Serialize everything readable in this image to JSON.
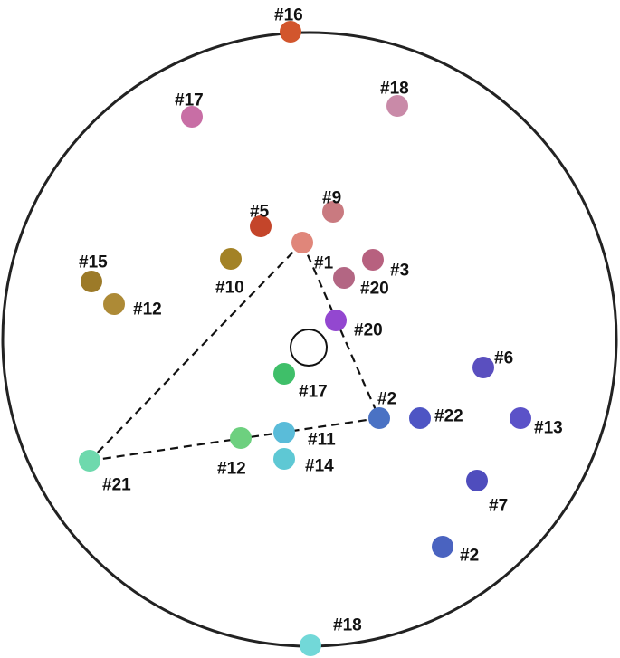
{
  "nodes": [
    {
      "id": "n16top",
      "label": "#16",
      "color": "#d2562d"
    },
    {
      "id": "n17a",
      "label": "#17",
      "color": "#c86ea5"
    },
    {
      "id": "n18a",
      "label": "#18",
      "color": "#c98aa8"
    },
    {
      "id": "n9",
      "label": "#9",
      "color": "#c97a80"
    },
    {
      "id": "n5",
      "label": "#5",
      "color": "#c4452a"
    },
    {
      "id": "n1",
      "label": "#1",
      "color": "#e0867a"
    },
    {
      "id": "n3",
      "label": "#3",
      "color": "#b7617f"
    },
    {
      "id": "n10",
      "label": "#10",
      "color": "#a38226"
    },
    {
      "id": "n20a",
      "label": "#20",
      "color": "#b36683"
    },
    {
      "id": "n15",
      "label": "#15",
      "color": "#9c7a28"
    },
    {
      "id": "n12a",
      "label": "#12",
      "color": "#ad8a36"
    },
    {
      "id": "n20b",
      "label": "#20",
      "color": "#9347d0"
    },
    {
      "id": "n6",
      "label": "#6",
      "color": "#5a4fbf"
    },
    {
      "id": "n17b",
      "label": "#17",
      "color": "#3fbf69"
    },
    {
      "id": "n2a",
      "label": "#2",
      "color": "#4a72c4"
    },
    {
      "id": "n22",
      "label": "#22",
      "color": "#4e55c4"
    },
    {
      "id": "n13",
      "label": "#13",
      "color": "#5b52c8"
    },
    {
      "id": "n11",
      "label": "#11",
      "color": "#5abcd9"
    },
    {
      "id": "n12b",
      "label": "#12",
      "color": "#6dd07f"
    },
    {
      "id": "n14",
      "label": "#14",
      "color": "#5ec8d4"
    },
    {
      "id": "n21",
      "label": "#21",
      "color": "#6ed9ad"
    },
    {
      "id": "n7",
      "label": "#7",
      "color": "#4f4dbd"
    },
    {
      "id": "n2b",
      "label": "#2",
      "color": "#4a63c0"
    },
    {
      "id": "n18b",
      "label": "#18",
      "color": "#72d8d8"
    }
  ],
  "connections": [
    {
      "from": "n1",
      "to": "n21"
    },
    {
      "from": "n1",
      "to": "n2a"
    },
    {
      "from": "n21",
      "to": "n2a"
    }
  ]
}
